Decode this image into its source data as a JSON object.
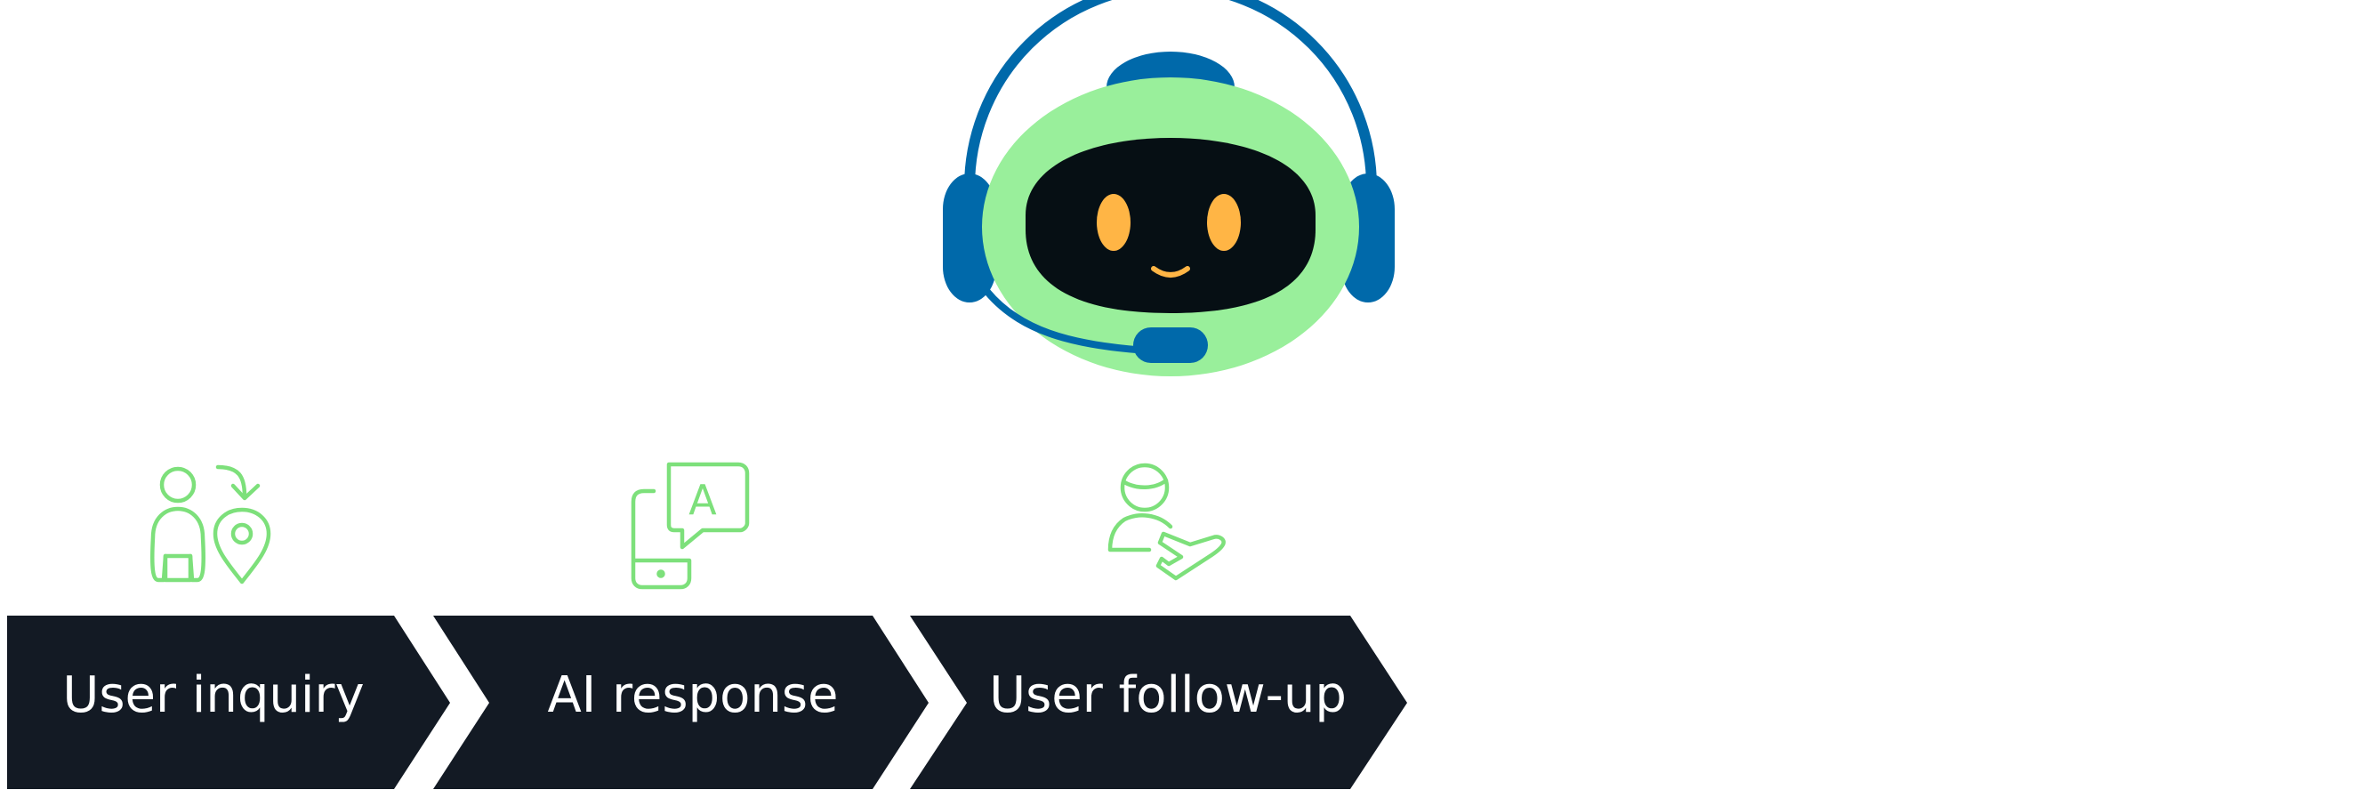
{
  "steps": [
    {
      "label": "User inquiry",
      "icon": "person-location-icon"
    },
    {
      "label": "AI response",
      "icon": "phone-chat-translate-icon",
      "icon_letter": "A"
    },
    {
      "label": "User follow-up",
      "icon": "person-flight-icon"
    }
  ],
  "mascot": {
    "icon": "robot-headset-icon"
  },
  "colors": {
    "chevron_fill": "#131a24",
    "label_text": "#ffffff",
    "icon_stroke": "#7de07b",
    "robot_body": "#99ef9b",
    "robot_face": "#060f14",
    "robot_eyes": "#ffb545",
    "headset": "#0069aa"
  }
}
